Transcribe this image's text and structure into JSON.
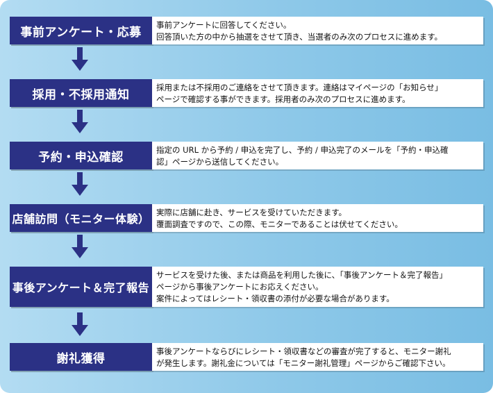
{
  "colors": {
    "label_bg": "#2b3185",
    "arrow": "#2b3185",
    "panel_from": "#b3dcf2",
    "panel_to": "#79bde3"
  },
  "steps": [
    {
      "label": "事前アンケート・応募",
      "lines": [
        "事前アンケートに回答してください。",
        "回答頂いた方の中から抽選をさせて頂き、当選者のみ次のプロセスに進めます。"
      ]
    },
    {
      "label": "採用・不採用通知",
      "lines": [
        "採用または不採用のご連絡をさせて頂きます。連絡はマイページの「お知らせ」",
        "ページで確認する事ができます。採用者のみ次のプロセスに進めます。"
      ]
    },
    {
      "label": "予約・申込確認",
      "lines": [
        "指定の URL から予約 / 申込を完了し、予約 / 申込完了のメールを「予約・申込確",
        "認」ページから送信してください。"
      ]
    },
    {
      "label": "店舗訪問（モニター体験）",
      "lines": [
        "実際に店舗に赴き、サービスを受けていただきます。",
        "覆面調査ですので、この際、モニターであることは伏せてください。"
      ]
    },
    {
      "label": "事後アンケート＆完了報告",
      "lines": [
        "サービスを受けた後、または商品を利用した後に、「事後アンケート＆完了報告」",
        "ページから事後アンケートにお応えください。",
        "案件によってはレシート・領収書の添付が必要な場合があります。"
      ]
    },
    {
      "label": "謝礼獲得",
      "lines": [
        "事後アンケートならびにレシート・領収書などの審査が完了すると、モニター謝礼",
        "が発生します。謝礼金については「モニター謝礼管理」ページからご確認下さい。"
      ]
    }
  ]
}
